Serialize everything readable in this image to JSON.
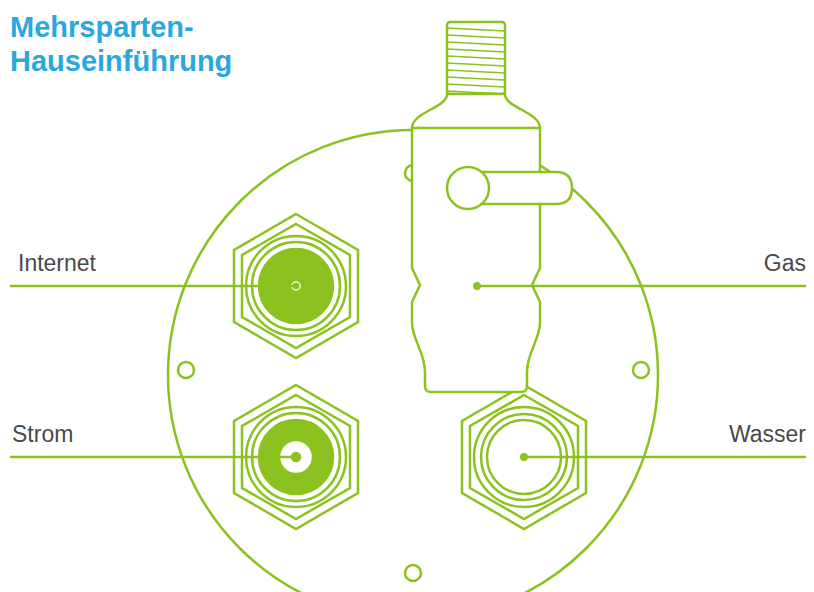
{
  "diagram": {
    "title": "Mehrsparten- Hauseinführung",
    "labels": [
      "Internet",
      "Gas",
      "Strom",
      "Wasser"
    ]
  }
}
